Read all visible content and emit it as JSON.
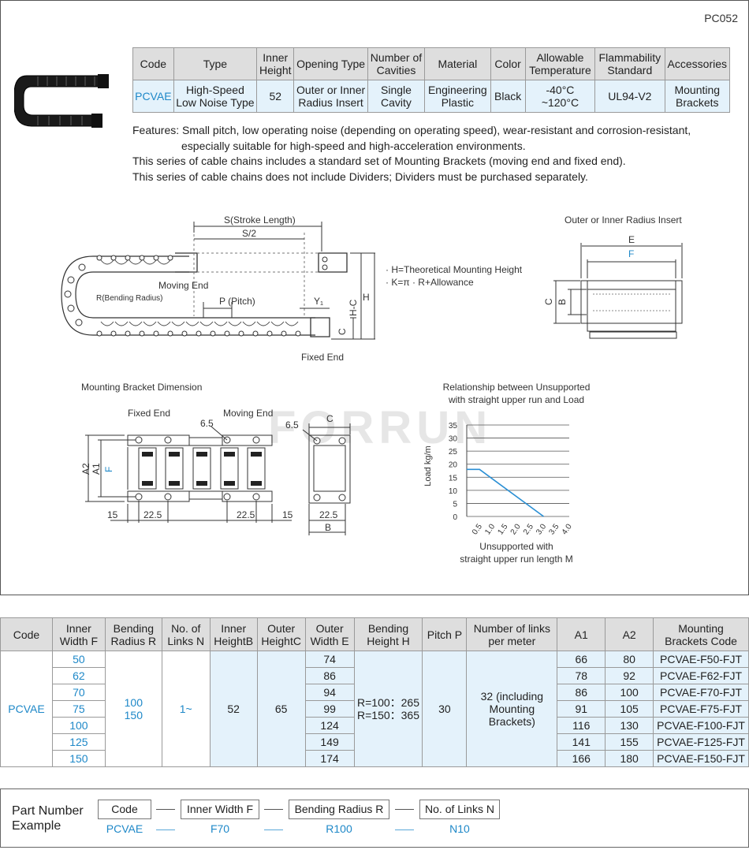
{
  "page_code": "PC052",
  "spec_table": {
    "headers": [
      "Code",
      "Type",
      "Inner Height",
      "Opening Type",
      "Number of Cavities",
      "Material",
      "Color",
      "Allowable Temperature",
      "Flammability Standard",
      "Accessories"
    ],
    "row": [
      "PCVAE",
      "High-Speed Low Noise Type",
      "52",
      "Outer or Inner Radius Insert",
      "Single Cavity",
      "Engineering Plastic",
      "Black",
      "-40°C ~120°C",
      "UL94-V2",
      "Mounting Brackets"
    ]
  },
  "features": {
    "line1": "Features: Small pitch, low operating noise (depending on operating speed), wear-resistant and corrosion-resistant,",
    "line2": "especially suitable for high-speed and high-acceleration environments.",
    "line3": "This series of cable chains includes a standard set of Mounting Brackets (moving end and fixed end).",
    "line4": "This series of cable chains does not include Dividers; Dividers must be purchased separately."
  },
  "chain_diagram": {
    "stroke": "S(Stroke Length)",
    "half_stroke": "S/2",
    "moving_end": "Moving End",
    "fixed_end": "Fixed End",
    "bending_radius": "R(Bending Radius)",
    "pitch": "P (Pitch)",
    "y1": "Y₁",
    "h": "H",
    "hc": "H-C",
    "c": "C",
    "note1": "· H=Theoretical Mounting Height",
    "note2": "· K=π · R+Allowance"
  },
  "insert_diagram": {
    "title": "Outer or Inner Radius Insert",
    "e": "E",
    "f": "F",
    "c": "C",
    "b": "B"
  },
  "bracket_diagram": {
    "title": "Mounting Bracket Dimension",
    "fixed_end": "Fixed End",
    "moving_end": "Moving End",
    "hole1": "6.5",
    "hole2": "6.5",
    "a2": "A2",
    "a1": "A1",
    "f": "F",
    "d15a": "15",
    "d225a": "22.5",
    "d225b": "22.5",
    "d15b": "15",
    "c": "C",
    "d225c": "22.5",
    "b": "B"
  },
  "load_chart": {
    "title_line1": "Relationship between Unsupported",
    "title_line2": "with straight upper run and Load",
    "ylabel": "Load kg/m",
    "xlabel_line1": "Unsupported with",
    "xlabel_line2": "straight upper run length M",
    "line_color": "#2a8fd4"
  },
  "chart_data": {
    "type": "line",
    "title": "Relationship between Unsupported with straight upper run and Load",
    "xlabel": "Unsupported with straight upper run length M",
    "ylabel": "Load kg/m",
    "x_ticks": [
      "0.5",
      "1.0",
      "1.5",
      "2.0",
      "2.5",
      "3.0",
      "3.5",
      "4.0"
    ],
    "y_ticks": [
      "0",
      "5",
      "10",
      "15",
      "20",
      "25",
      "30",
      "35"
    ],
    "xlim": [
      0,
      4.0
    ],
    "ylim": [
      0,
      35
    ],
    "grid": true,
    "series": [
      {
        "x": [
          0,
          0.5,
          3.0
        ],
        "y": [
          18,
          18,
          0
        ]
      }
    ]
  },
  "dim_table": {
    "headers": [
      "Code",
      "Inner Width F",
      "Bending Radius R",
      "No. of Links N",
      "Inner HeightB",
      "Outer HeightC",
      "Outer Width E",
      "Bending Height H",
      "Pitch P",
      "Number of links per meter",
      "A1",
      "A2",
      "Mounting Brackets Code"
    ],
    "code": "PCVAE",
    "bending_radius": [
      "100",
      "150"
    ],
    "links_n": "1~",
    "inner_height_b": "52",
    "outer_height_c": "65",
    "bending_height": [
      "R=100：265",
      "R=150：365"
    ],
    "pitch": "30",
    "links_per_meter": "32 (including Mounting Brackets)",
    "rows": [
      {
        "f": "50",
        "e": "74",
        "a1": "66",
        "a2": "80",
        "bracket": "PCVAE-F50-FJT"
      },
      {
        "f": "62",
        "e": "86",
        "a1": "78",
        "a2": "92",
        "bracket": "PCVAE-F62-FJT"
      },
      {
        "f": "70",
        "e": "94",
        "a1": "86",
        "a2": "100",
        "bracket": "PCVAE-F70-FJT"
      },
      {
        "f": "75",
        "e": "99",
        "a1": "91",
        "a2": "105",
        "bracket": "PCVAE-F75-FJT"
      },
      {
        "f": "100",
        "e": "124",
        "a1": "116",
        "a2": "130",
        "bracket": "PCVAE-F100-FJT"
      },
      {
        "f": "125",
        "e": "149",
        "a1": "141",
        "a2": "155",
        "bracket": "PCVAE-F125-FJT"
      },
      {
        "f": "150",
        "e": "174",
        "a1": "166",
        "a2": "180",
        "bracket": "PCVAE-F150-FJT"
      }
    ]
  },
  "part_number": {
    "title_line1": "Part Number",
    "title_line2": "Example",
    "boxes": [
      "Code",
      "Inner Width F",
      "Bending Radius R",
      "No. of Links N"
    ],
    "values": [
      "PCVAE",
      "F70",
      "R100",
      "N10"
    ]
  },
  "watermark": "FORRUN",
  "colors": {
    "accent_blue": "#1e88c8",
    "header_gray": "#dedede",
    "cell_blue": "#e4f2fb"
  }
}
